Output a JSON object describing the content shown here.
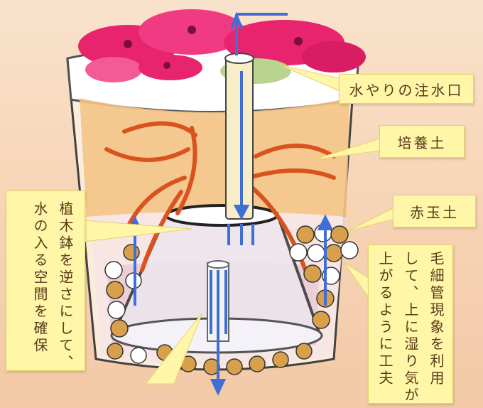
{
  "labels": {
    "inlet": "水やりの注水口",
    "culture_soil": "培養土",
    "akadama": "赤玉土"
  },
  "notes": {
    "left": [
      "植木鉢を逆さにして、",
      "水の入る空間を確保"
    ],
    "right": [
      "毛細管現象を利用",
      "して、上に湿り気が",
      "上がるように工夫"
    ]
  },
  "colors": {
    "callout": "#fff6a8",
    "soil": "#f3c486",
    "roots": "#d9531e",
    "water_arrow": "#3f6fd6",
    "flowers": "#e8246f",
    "akadama": "#d8a04a"
  }
}
